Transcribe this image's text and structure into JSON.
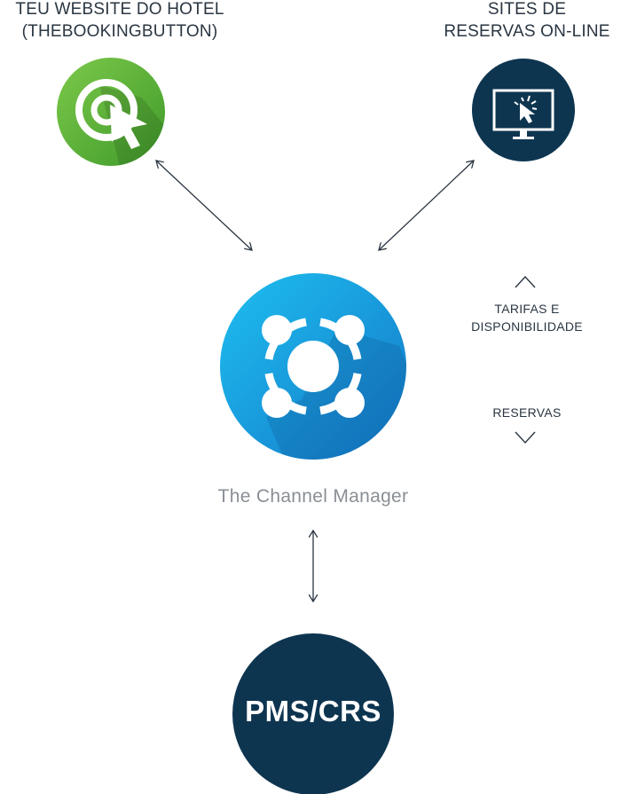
{
  "nodes": {
    "website": {
      "label_line1": "TEU WEBSITE DO HOTEL",
      "label_line2": "(THEBOOKINGBUTTON)",
      "icon": "target-cursor-icon",
      "color": "#5bb531"
    },
    "booking_sites": {
      "label_line1": "SITES DE",
      "label_line2": "RESERVAS ON-LINE",
      "icon": "monitor-click-icon",
      "color": "#0e3550"
    },
    "channel_manager": {
      "label": "The Channel Manager",
      "icon": "channel-manager-logo-icon",
      "color": "#1a9fe0"
    },
    "pms": {
      "label": "PMS/CRS",
      "color": "#0e3550"
    }
  },
  "flows": {
    "up_text_line1": "TARIFAS E",
    "up_text_line2": "DISPONIBILIDADE",
    "down_text": "RESERVAS"
  }
}
